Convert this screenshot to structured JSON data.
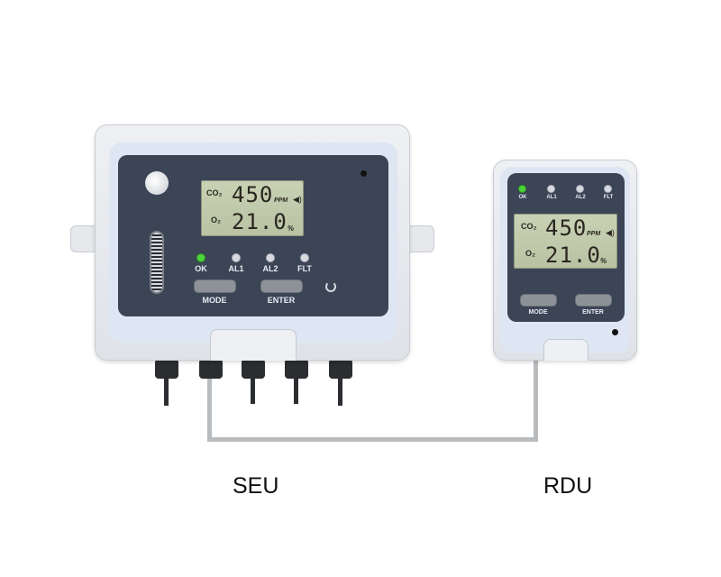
{
  "seu": {
    "label": "SEU",
    "display": {
      "co2_label": "CO₂",
      "co2_value": "450",
      "co2_unit": "PPM",
      "o2_label": "O₂",
      "o2_value": "21.0",
      "o2_unit": "%"
    },
    "leds": [
      {
        "label": "OK",
        "on": true
      },
      {
        "label": "AL1",
        "on": false
      },
      {
        "label": "AL2",
        "on": false
      },
      {
        "label": "FLT",
        "on": false
      }
    ],
    "buttons": {
      "mode": "MODE",
      "enter": "ENTER"
    }
  },
  "rdu": {
    "label": "RDU",
    "display": {
      "co2_label": "CO₂",
      "co2_value": "450",
      "co2_unit": "PPM",
      "o2_label": "O₂",
      "o2_value": "21.0",
      "o2_unit": "%"
    },
    "leds": [
      {
        "label": "OK",
        "on": true
      },
      {
        "label": "AL1",
        "on": false
      },
      {
        "label": "AL2",
        "on": false
      },
      {
        "label": "FLT",
        "on": false
      }
    ],
    "buttons": {
      "mode": "MODE",
      "enter": "ENTER"
    }
  },
  "colors": {
    "panel": "#3c4556",
    "led_ok": "#4cd43a",
    "cable": "#b9bcbf"
  }
}
